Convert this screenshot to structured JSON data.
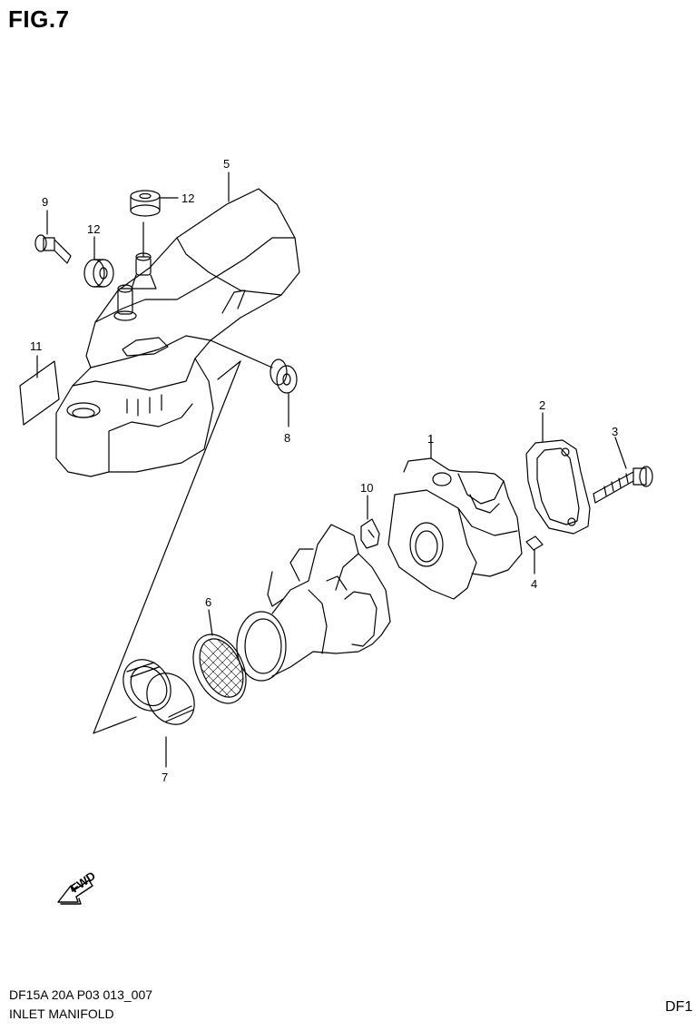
{
  "figure": {
    "title": "FIG.7",
    "model_code": "DF15A 20A P03 013_007",
    "section_name": "INLET MANIFOLD",
    "right_code": "DF1"
  },
  "callouts": [
    {
      "id": "c1",
      "label": "1"
    },
    {
      "id": "c2",
      "label": "2"
    },
    {
      "id": "c3",
      "label": "3"
    },
    {
      "id": "c4",
      "label": "4"
    },
    {
      "id": "c5",
      "label": "5"
    },
    {
      "id": "c6",
      "label": "6"
    },
    {
      "id": "c7",
      "label": "7"
    },
    {
      "id": "c8",
      "label": "8"
    },
    {
      "id": "c9",
      "label": "9"
    },
    {
      "id": "c10",
      "label": "10"
    },
    {
      "id": "c11",
      "label": "11"
    },
    {
      "id": "c12a",
      "label": "12"
    },
    {
      "id": "c12b",
      "label": "12"
    }
  ],
  "fwd_badge": {
    "label": "FWD"
  }
}
